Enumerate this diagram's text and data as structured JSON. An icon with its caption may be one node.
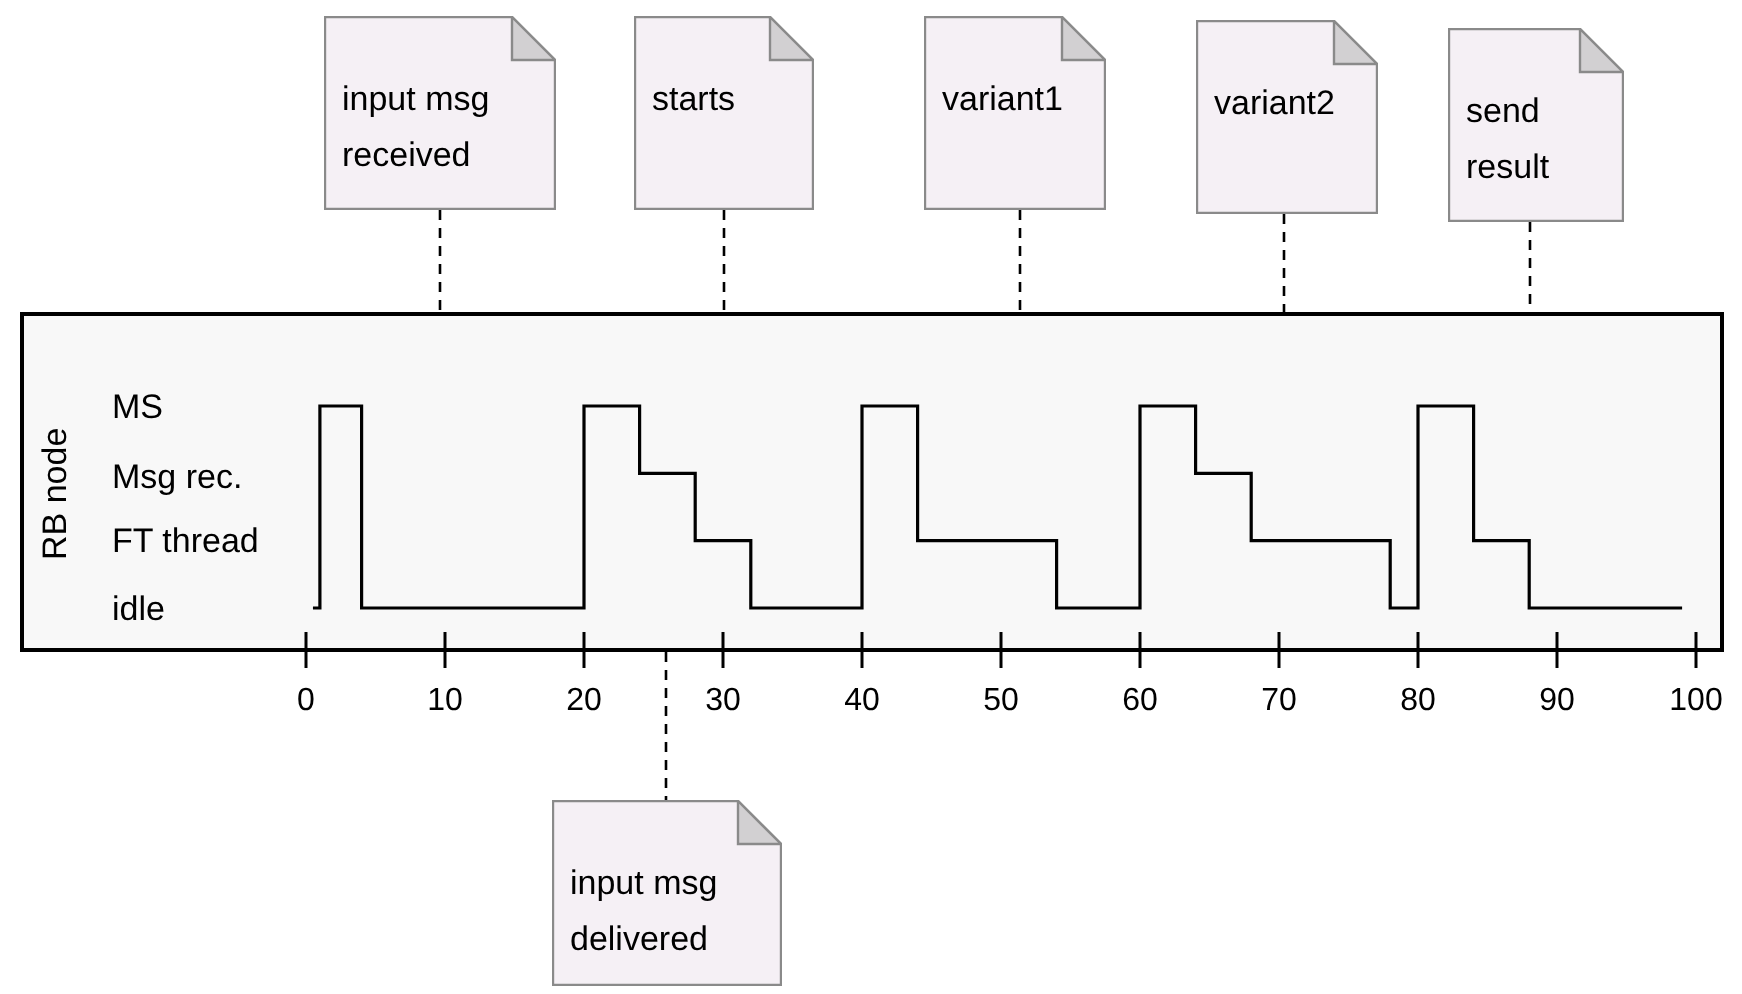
{
  "diagram": {
    "nodes": [
      {
        "text": [
          "input msg received"
        ]
      },
      {
        "text": [
          "starts"
        ]
      },
      {
        "text": [
          "variant1"
        ]
      },
      {
        "text": [
          "variant2"
        ]
      },
      {
        "text": [
          "send result"
        ]
      },
      {
        "text": [
          "RB node"
        ]
      },
      {
        "text": [
          "input msg delivered"
        ]
      }
    ],
    "edges": [
      {
        "from": 0,
        "to": 5,
        "arrow": "none",
        "style": "dashed"
      },
      {
        "from": 1,
        "to": 5,
        "arrow": "none",
        "style": "dashed"
      },
      {
        "from": 2,
        "to": 5,
        "arrow": "none",
        "style": "dashed"
      },
      {
        "from": 3,
        "to": 5,
        "arrow": "none",
        "style": "dashed"
      },
      {
        "from": 4,
        "to": 5,
        "arrow": "none",
        "style": "dashed"
      },
      {
        "from": 5,
        "to": 6,
        "arrow": "none",
        "style": "dashed"
      }
    ],
    "labels": [
      "MS",
      "Msg rec.",
      "FT thread",
      "idle",
      "0",
      "10",
      "20",
      "30",
      "40",
      "50",
      "60",
      "70",
      "80",
      "90",
      "100"
    ]
  }
}
